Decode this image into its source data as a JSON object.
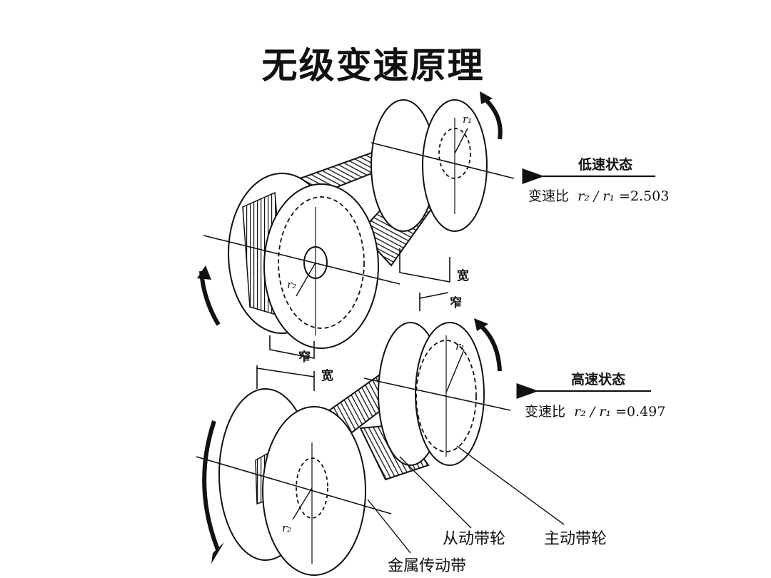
{
  "title": "无级变速原理",
  "low_speed": {
    "label": "低速状态",
    "ratio_prefix": "变速比",
    "ratio_expr": "r₂ / r₁",
    "ratio_value": "=2.503"
  },
  "high_speed": {
    "label": "高速状态",
    "ratio_prefix": "变速比",
    "ratio_expr": "r₂ / r₁",
    "ratio_value": "=0.497"
  },
  "width_labels": {
    "wide": "宽",
    "narrow": "窄"
  },
  "radius_labels": {
    "r1": "r₁",
    "r2": "r₂"
  },
  "parts": {
    "driven_pulley": "从动带轮",
    "driving_pulley": "主动带轮",
    "metal_belt": "金属传动带"
  },
  "colors": {
    "ink": "#111111",
    "background": "#ffffff"
  }
}
